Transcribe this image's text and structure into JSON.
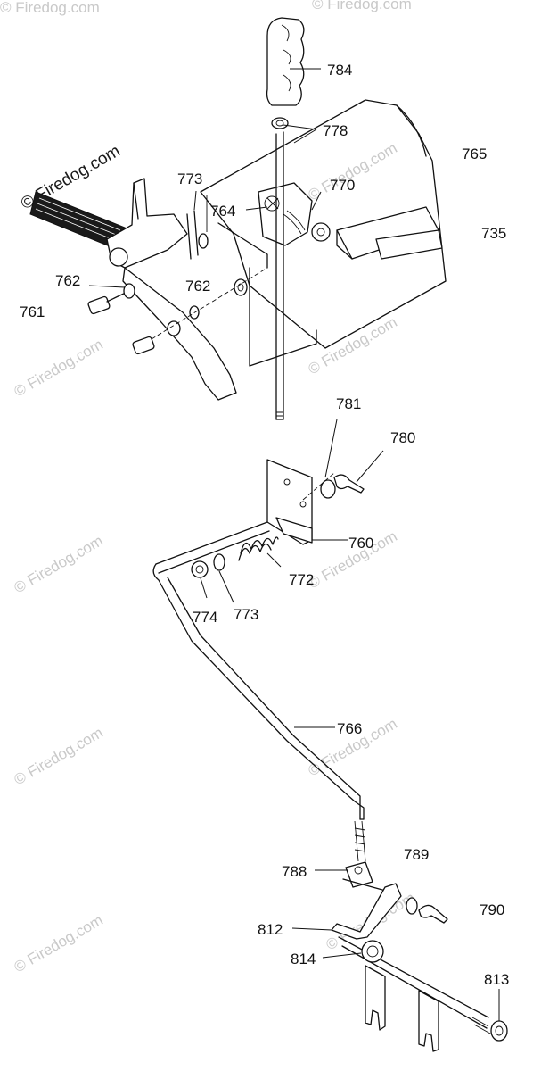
{
  "watermark": {
    "text": "© Firedog.com",
    "logo_text": "© Firedog.com"
  },
  "part_labels": {
    "p784": "784",
    "p778": "778",
    "p765": "765",
    "p773a": "773",
    "p770": "770",
    "p764": "764",
    "p735": "735",
    "p762a": "762",
    "p762b": "762",
    "p761": "761",
    "p781": "781",
    "p780": "780",
    "p760": "760",
    "p772": "772",
    "p774": "774",
    "p773b": "773",
    "p766": "766",
    "p789": "789",
    "p788": "788",
    "p790": "790",
    "p812": "812",
    "p814": "814",
    "p813": "813"
  }
}
